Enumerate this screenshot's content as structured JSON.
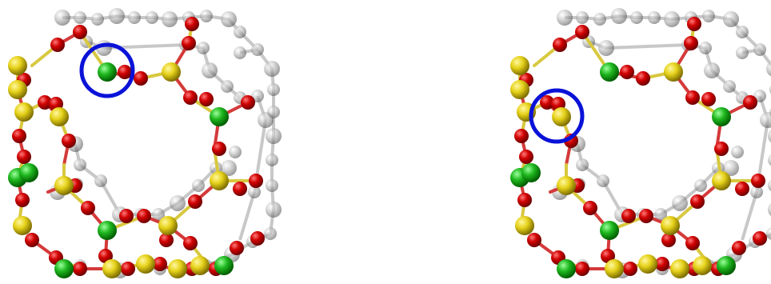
{
  "figure": {
    "panels": [
      {
        "id": "left",
        "highlight": "green-atom"
      },
      {
        "id": "right",
        "highlight": "green-atom"
      }
    ],
    "colors": {
      "oxygen": "#d10000",
      "silicon": "#e6d21a",
      "aluminum": "#1fb81f",
      "framework_ghost": "#7a7a7a",
      "highlight_ring": "#0a12d8",
      "bond_red": "#d43a3a",
      "bond_yellow": "#d8c840"
    }
  }
}
